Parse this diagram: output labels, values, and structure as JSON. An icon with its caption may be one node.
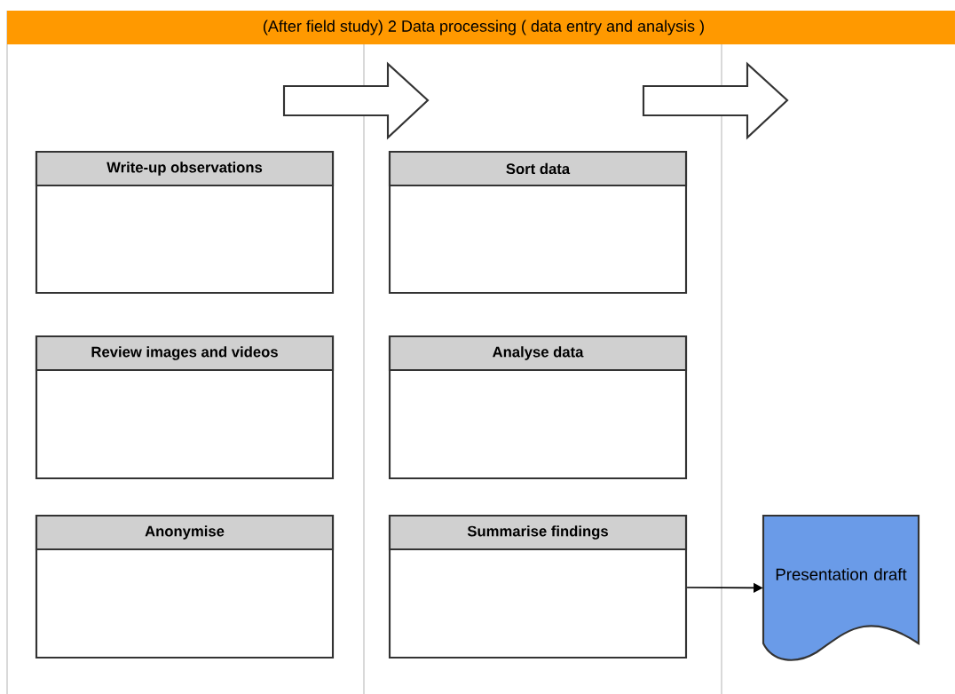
{
  "diagram": {
    "title": "(After field study) 2 Data processing ( data entry and analysis )",
    "nodes": [
      {
        "text": [
          "Write-up observations"
        ]
      },
      {
        "text": [
          "Review images and videos"
        ]
      },
      {
        "text": [
          "Anonymise"
        ]
      },
      {
        "text": [
          "Sort data"
        ]
      },
      {
        "text": [
          "Analyse data"
        ]
      },
      {
        "text": [
          "Summarise findings"
        ]
      },
      {
        "text": [
          "Presentation draft"
        ]
      }
    ],
    "edges": [
      {
        "from": 5,
        "to": 6,
        "arrow": "to"
      }
    ]
  }
}
